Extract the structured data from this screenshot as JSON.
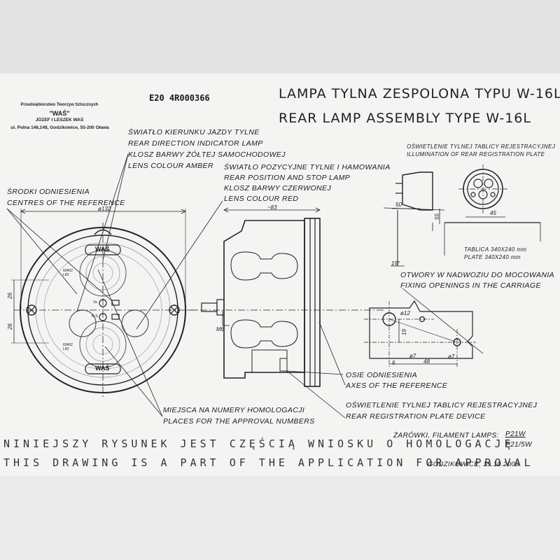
{
  "company": {
    "line1": "Przedsiębiorstwo Tworzyw Sztucznych",
    "line2": "\"WAŚ\"",
    "line3": "JÓZEF I LESZEK WAŚ",
    "line4": "ul. Polna 146,148, Godzikowice, 55-200 Oława"
  },
  "approval_code": "E20  4R000366",
  "title_pl": "LAMPA TYLNA ZESPOLONA TYPU W-16L",
  "title_en": "REAR LAMP ASSEMBLY TYPE W-16L",
  "labels": {
    "direction_pl1": "ŚWIATŁO KIERUNKU JAZDY TYLNE",
    "direction_en1": "REAR DIRECTION INDICATOR LAMP",
    "direction_pl2": "KLOSZ BARWY ŻÓŁTEJ SAMOCHODOWEJ",
    "direction_en2": "LENS COLOUR AMBER",
    "position_pl1": "ŚWIATŁO POZYCYJNE TYLNE I HAMOWANIA",
    "position_en1": "REAR POSITION AND STOP LAMP",
    "position_pl2": "KLOSZ BARWY CZERWONEJ",
    "position_en2": "LENS COLOUR RED",
    "centres_pl": "ŚRODKI ODNIESIENIA",
    "centres_en": "CENTRES OF THE REFERENCE",
    "plate_illum_pl": "OŚWIETLENIE TYLNEJ TABLICY REJESTRACYJNEJ",
    "plate_illum_en": "ILLUMINATION OF REAR REGISTRATION PLATE",
    "plate_pl": "TABLICA 340X240 mm",
    "plate_en": "PLATE 340X240 mm",
    "openings_pl": "OTWORY W NADWOZIU DO MOCOWANIA",
    "openings_en": "FIXING OPENINGS IN THE CARRIAGE",
    "axes_pl": "OSIE ODNIESIENIA",
    "axes_en": "AXES OF THE REFERENCE",
    "approval_pl": "MIEJSCA NA NUMERY HOMOLOGACJI",
    "approval_en": "PLACES FOR THE APPROVAL NUMBERS",
    "plate_device_pl": "OŚWIETLENIE TYLNEJ TABLICY REJESTRACYJNEJ",
    "plate_device_en": "REAR REGISTRATION PLATE DEVICE"
  },
  "dimensions": {
    "d132": "ø132",
    "d83": "~83",
    "d26a": "26",
    "d26b": "26",
    "m6": "M6",
    "d50": "50",
    "d55": "55",
    "d45": "45",
    "d15": "15°",
    "d12": "ø12",
    "d19": "19",
    "d6": "6",
    "d48": "48",
    "d7a": "ø7",
    "d7b": "ø7"
  },
  "lens_marks": {
    "was_top": "WAŚ",
    "was_bottom": "WAŚ",
    "code_top": "60402\nL60",
    "code_bottom": "60402\nL60",
    "mark_a": "2a",
    "mark_b": "R-S"
  },
  "lamps": {
    "label_pl": "ŻARÓWKI, FILAMENT LAMPS:",
    "lamp1": "P21W",
    "lamp2": "P21/5W"
  },
  "footer_pl": "NINIEJSZY RYSUNEK JEST CZĘŚCIĄ WNIOSKU O HOMOLOGACJĘ",
  "footer_en": "THIS DRAWING IS A PART OF THE APPLICATION FOR APPROVAL",
  "date": "GODZIKOWICE, 19.10.2003"
}
